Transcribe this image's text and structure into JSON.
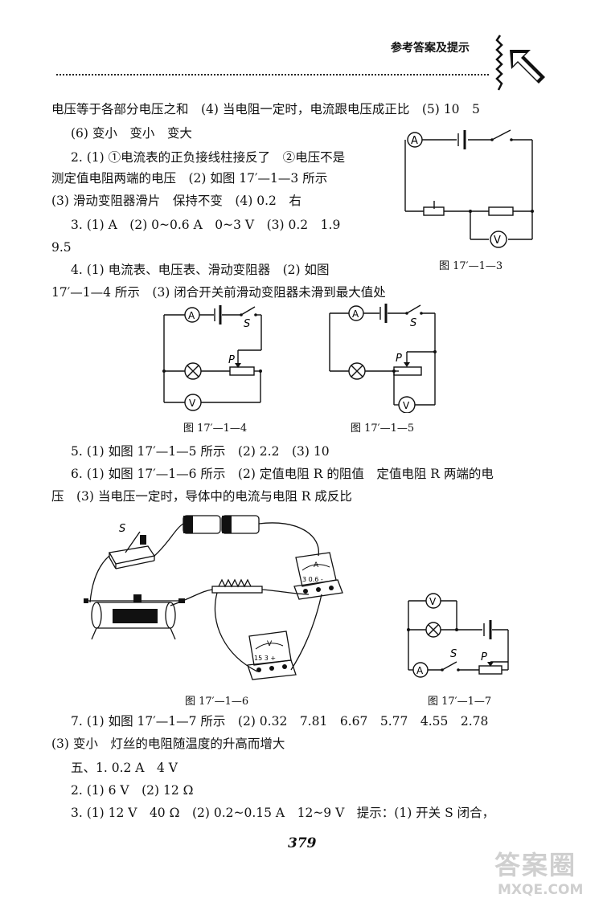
{
  "header": {
    "title": "参考答案及提示"
  },
  "lines": [
    "电压等于各部分电压之和　(4) 当电阻一定时，电流跟电压成正比　(5) 10　5",
    "(6) 变小　变小　变大",
    "2. (1) ①电流表的正负接线柱接反了　②电压不是",
    "测定值电阻两端的电压　(2) 如图 17′—1—3 所示",
    "(3) 滑动变阻器滑片　保持不变　(4) 0.2　右",
    "3. (1) A　(2) 0~0.6 A　0~3 V　(3) 0.2　1.9",
    "9.5",
    "4. (1) 电流表、电压表、滑动变阻器　(2) 如图",
    "17′—1—4 所示　(3) 闭合开关前滑动变阻器未滑到最大值处",
    "5. (1) 如图 17′—1—5 所示　(2) 2.2　(3) 10",
    "6. (1) 如图 17′—1—6 所示　(2) 定值电阻 R 的阻值　定值电阻 R 两端的电",
    "压　(3) 当电压一定时，导体中的电流与电阻 R 成反比",
    "7. (1) 如图 17′—1—7 所示　(2) 0.32　7.81　6.67　5.77　4.55　2.78",
    "(3) 变小　灯丝的电阻随温度的升高而增大",
    "五、1. 0.2 A　4 V",
    "2. (1) 6 V　(2) 12 Ω",
    "3. (1) 12 V　40 Ω　(2) 0.2~0.15 A　12~9 V　提示：(1) 开关 S 闭合，"
  ],
  "figures": {
    "f3": {
      "caption": "图 17′—1—3"
    },
    "f4": {
      "caption": "图 17′—1—4",
      "switch": "S",
      "slider": "P"
    },
    "f5": {
      "caption": "图 17′—1—5",
      "switch": "S",
      "slider": "P"
    },
    "f6": {
      "caption": "图 17′—1—6",
      "switch": "S",
      "ammeter_scale": "3 0.6 -",
      "voltmeter_scale": "15 3 +"
    },
    "f7": {
      "caption": "图 17′—1—7",
      "switch": "S",
      "slider": "P"
    }
  },
  "meters": {
    "ammeter": "A",
    "voltmeter": "V"
  },
  "page_number": "379",
  "watermark": {
    "big": "答案圈",
    "small": "MXQE.COM"
  }
}
